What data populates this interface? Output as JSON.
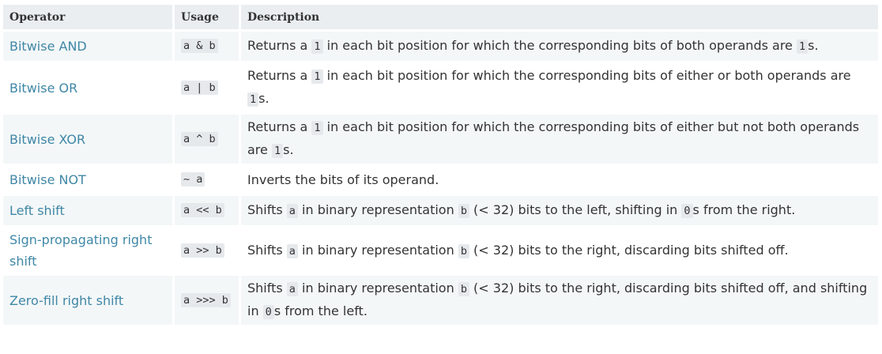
{
  "headers": {
    "operator": "Operator",
    "usage": "Usage",
    "description": "Description"
  },
  "rows": [
    {
      "operator": "Bitwise AND",
      "usage": "a & b",
      "desc": [
        [
          "t",
          "Returns a "
        ],
        [
          "c",
          "1"
        ],
        [
          "t",
          " in each bit position for which the corresponding bits of both operands are "
        ],
        [
          "c",
          "1"
        ],
        [
          "t",
          "s."
        ]
      ]
    },
    {
      "operator": "Bitwise OR",
      "usage": "a | b",
      "desc": [
        [
          "t",
          "Returns a "
        ],
        [
          "c",
          "1"
        ],
        [
          "t",
          " in each bit position for which the corresponding bits of either or both operands are "
        ],
        [
          "c",
          "1"
        ],
        [
          "t",
          "s."
        ]
      ]
    },
    {
      "operator": "Bitwise XOR",
      "usage": "a ^ b",
      "desc": [
        [
          "t",
          "Returns a "
        ],
        [
          "c",
          "1"
        ],
        [
          "t",
          " in each bit position for which the corresponding bits of either but not both operands are "
        ],
        [
          "c",
          "1"
        ],
        [
          "t",
          "s."
        ]
      ]
    },
    {
      "operator": "Bitwise NOT",
      "usage": "~ a",
      "desc": [
        [
          "t",
          "Inverts the bits of its operand."
        ]
      ]
    },
    {
      "operator": "Left shift",
      "usage": "a << b",
      "desc": [
        [
          "t",
          "Shifts "
        ],
        [
          "c",
          "a"
        ],
        [
          "t",
          " in binary representation "
        ],
        [
          "c",
          "b"
        ],
        [
          "t",
          " (< 32) bits to the left, shifting in "
        ],
        [
          "c",
          "0"
        ],
        [
          "t",
          "s from the right."
        ]
      ]
    },
    {
      "operator": "Sign-propagating right shift",
      "usage": "a >> b",
      "desc": [
        [
          "t",
          "Shifts "
        ],
        [
          "c",
          "a"
        ],
        [
          "t",
          " in binary representation "
        ],
        [
          "c",
          "b"
        ],
        [
          "t",
          " (< 32) bits to the right, discarding bits shifted off."
        ]
      ]
    },
    {
      "operator": "Zero-fill right shift",
      "usage": "a >>> b",
      "desc": [
        [
          "t",
          "Shifts "
        ],
        [
          "c",
          "a"
        ],
        [
          "t",
          " in binary representation "
        ],
        [
          "c",
          "b"
        ],
        [
          "t",
          " (< 32) bits to the right, discarding bits shifted off, and shifting in "
        ],
        [
          "c",
          "0"
        ],
        [
          "t",
          "s from the left."
        ]
      ]
    }
  ]
}
